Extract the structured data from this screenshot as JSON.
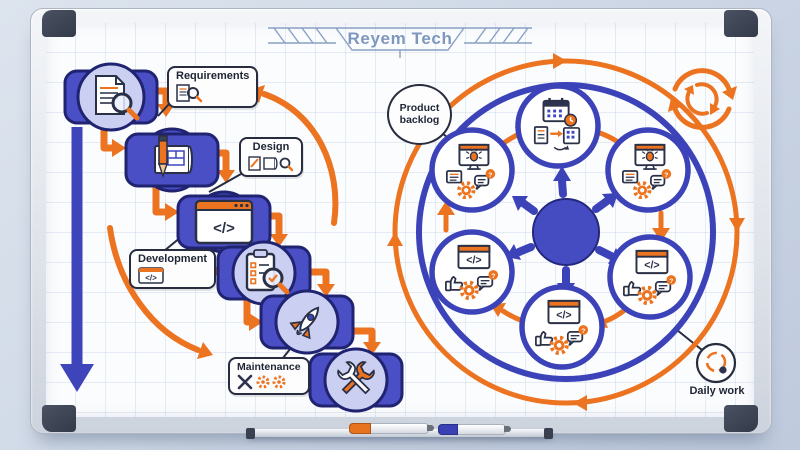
{
  "title": "Reyem Tech",
  "waterfall": {
    "requirements_label": "Requirements",
    "design_label": "Design",
    "development_label": "Development",
    "maintenance_label": "Maintenance"
  },
  "agile": {
    "product_backlog_label": "Product backlog",
    "daily_work_label": "Daily work"
  },
  "icons": {
    "code_glyph": "</>",
    "question_glyph": "?",
    "names": [
      "document-magnifier-icon",
      "blueprint-pencil-icon",
      "code-window-icon",
      "clipboard-check-icon",
      "rocket-icon",
      "crossed-wrenches-icon",
      "calendar-clock-icon",
      "bug-monitor-icon",
      "thumbs-up-icon",
      "chat-bubble-icon",
      "gear-icon",
      "sync-cycle-icon",
      "daily-work-cycle-icon"
    ]
  },
  "colors": {
    "primary_blue": "#3e45ba",
    "node_fill": "#4a4fc5",
    "node_outline": "#1f2370",
    "accent_orange": "#ec7320",
    "title_blue": "#7e97bf",
    "ink": "#272c3e",
    "board_bg": "#fbfcfe",
    "room_bg": "#ccd6e5",
    "marker_colors": [
      "#e8731f",
      "#3a41b5"
    ]
  }
}
